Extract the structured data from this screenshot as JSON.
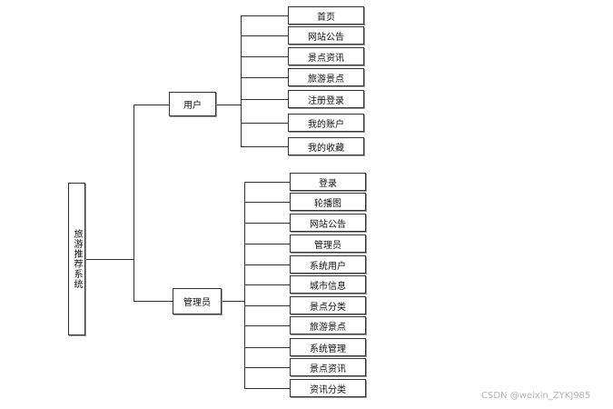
{
  "root": {
    "label": "旅游推荐系统"
  },
  "branches": [
    {
      "label": "用户",
      "children": [
        "首页",
        "网站公告",
        "景点资讯",
        "旅游景点",
        "注册登录",
        "我的账户",
        "我的收藏"
      ]
    },
    {
      "label": "管理员",
      "children": [
        "登录",
        "轮播图",
        "网站公告",
        "管理员",
        "系统用户",
        "城市信息",
        "景点分类",
        "旅游景点",
        "系统管理",
        "景点资讯",
        "资讯分类"
      ]
    }
  ],
  "watermark": "CSDN @weixin_ZYKJ985"
}
